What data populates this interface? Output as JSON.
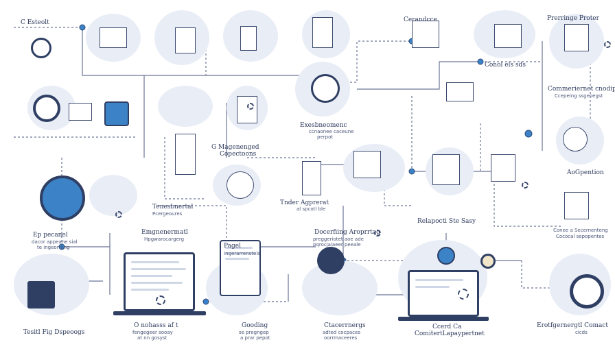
{
  "labels": {
    "top_left": "C   Esteolt",
    "top_center": "Cerandcce",
    "top_right_a": "Prerringe Proter",
    "conol": "Conol els sds",
    "commeri": "Commeriernet cnodipt",
    "commeri_sub": "Ccepeing ssgeoegst",
    "center_exp": "Exesbneomenc",
    "center_exp_sub": "ccnaonee caceune",
    "center_exp_sub2": "perpot",
    "magn": "G Magenenged",
    "magn_sub": "Copectoons",
    "tenens": "Tenesbnertal",
    "tenens_sub": "Pcergeoures",
    "ep": "Ep pecanel",
    "ep_sub": "dacor appeane sial",
    "ep_sub2": "te ingeortong",
    "tinder": "Tnder Agprerat",
    "tinder_sub": "al spcotl ble",
    "acgen": "AoGpention",
    "relap": "Relapocti Ste Sasy",
    "cones": "Conee a Secernenteng",
    "cones_sub": "Cococal sepopentes",
    "emgn": "Emgnenermatl",
    "emgn_sub": "Hpgwarocargerg",
    "doco": "Docerfiing Aroprrtag",
    "doco_sub": "preggeriotet aoe ade",
    "doco_sub2": "pqrocjaiaeer peeale",
    "pagel": "Pagel",
    "pagel_sub": "Ingerarrenstels",
    "b1": "Tesitl Fig Dspeoogs",
    "b2": "O nohasss af t",
    "b2_sub": "fengegeer sooay",
    "b2_sub2": "at nn gosyst",
    "b3": "Gooding",
    "b3_sub": "se pregngep",
    "b3_sub2": "a prar pepot",
    "b4": "Ctacerrnergs",
    "b4_sub": "adted cocpaces",
    "b4_sub2": "oorrmaceeres",
    "b5": "Ccerd Ca",
    "b5_sub": "ComitertLapaypertnet",
    "b6": "Erotfgernergtl Comact",
    "b6_sub": "cicds"
  },
  "colors": {
    "ink": "#2f3f64",
    "accent": "#3c82c6",
    "blob": "#e9edf6",
    "wire": "#6b7696"
  }
}
